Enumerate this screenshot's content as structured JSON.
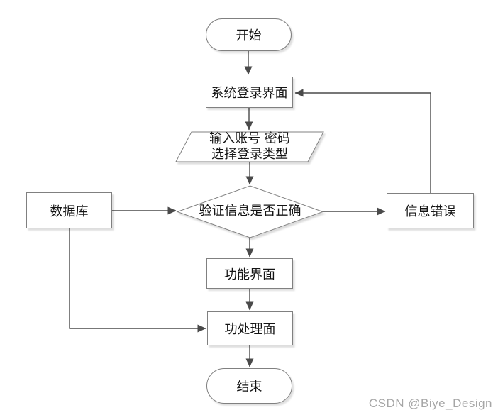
{
  "diagram": {
    "type": "flowchart",
    "nodes": [
      {
        "id": "start",
        "shape": "terminator",
        "label": "开始"
      },
      {
        "id": "system-login",
        "shape": "process",
        "label": "系统登录界面"
      },
      {
        "id": "input-credentials",
        "shape": "input-output",
        "lines": [
          "输入账号 密码",
          "选择登录类型"
        ]
      },
      {
        "id": "verify-info",
        "shape": "decision",
        "label": "验证信息是否正确"
      },
      {
        "id": "database",
        "shape": "process",
        "label": "数据库"
      },
      {
        "id": "info-error",
        "shape": "process",
        "label": "信息错误"
      },
      {
        "id": "function-ui",
        "shape": "process",
        "label": "功能界面"
      },
      {
        "id": "processing-ui",
        "shape": "process",
        "label": "功处理面"
      },
      {
        "id": "end",
        "shape": "terminator",
        "label": "结束"
      }
    ],
    "edges": [
      {
        "from": "start",
        "to": "system-login"
      },
      {
        "from": "system-login",
        "to": "input-credentials"
      },
      {
        "from": "input-credentials",
        "to": "verify-info"
      },
      {
        "from": "database",
        "to": "verify-info"
      },
      {
        "from": "verify-info",
        "to": "info-error"
      },
      {
        "from": "info-error",
        "to": "system-login"
      },
      {
        "from": "verify-info",
        "to": "function-ui"
      },
      {
        "from": "function-ui",
        "to": "processing-ui"
      },
      {
        "from": "database",
        "to": "processing-ui"
      },
      {
        "from": "processing-ui",
        "to": "end"
      }
    ],
    "watermark": "CSDN @Biye_Design",
    "colors": {
      "background": "#ffffff",
      "shape_border": "#808080",
      "shape_fill": "#ffffff",
      "connector": "#4a4a4a",
      "text": "#141414",
      "watermark": "#a6a6a6"
    }
  }
}
